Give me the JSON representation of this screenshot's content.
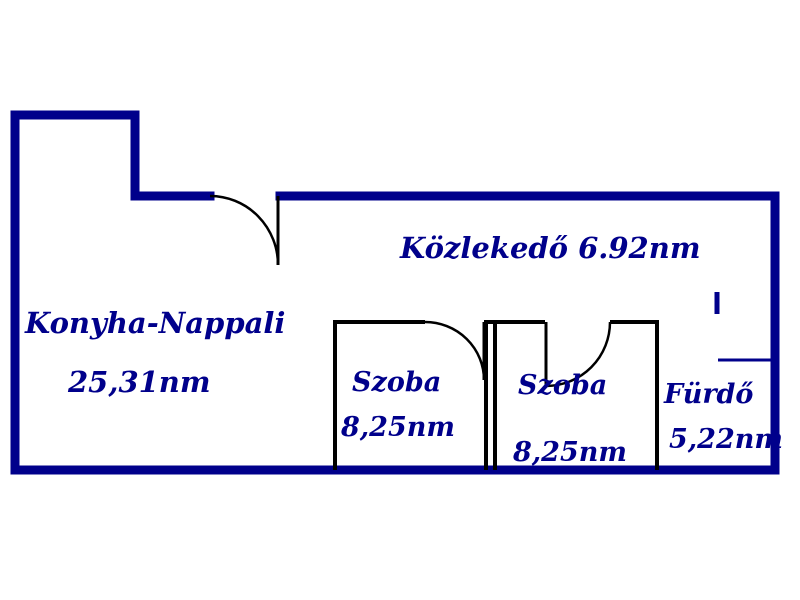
{
  "title": "Apartment floor plan",
  "colors": {
    "background": "#ffffff",
    "outer_wall": "#00008B",
    "interior_wall": "#000000",
    "text": "#00008B"
  },
  "rooms": {
    "kozlekedo": {
      "label": "Közlekedő 6.92nm"
    },
    "konyha": {
      "name": "Konyha-Nappali",
      "area": "25,31nm"
    },
    "szoba1": {
      "name": "Szoba",
      "area": "8,25nm"
    },
    "szoba2": {
      "name": "Szoba",
      "area": "8,25nm"
    },
    "furdo": {
      "name": "Fürdő",
      "area": "5,22nm"
    }
  }
}
